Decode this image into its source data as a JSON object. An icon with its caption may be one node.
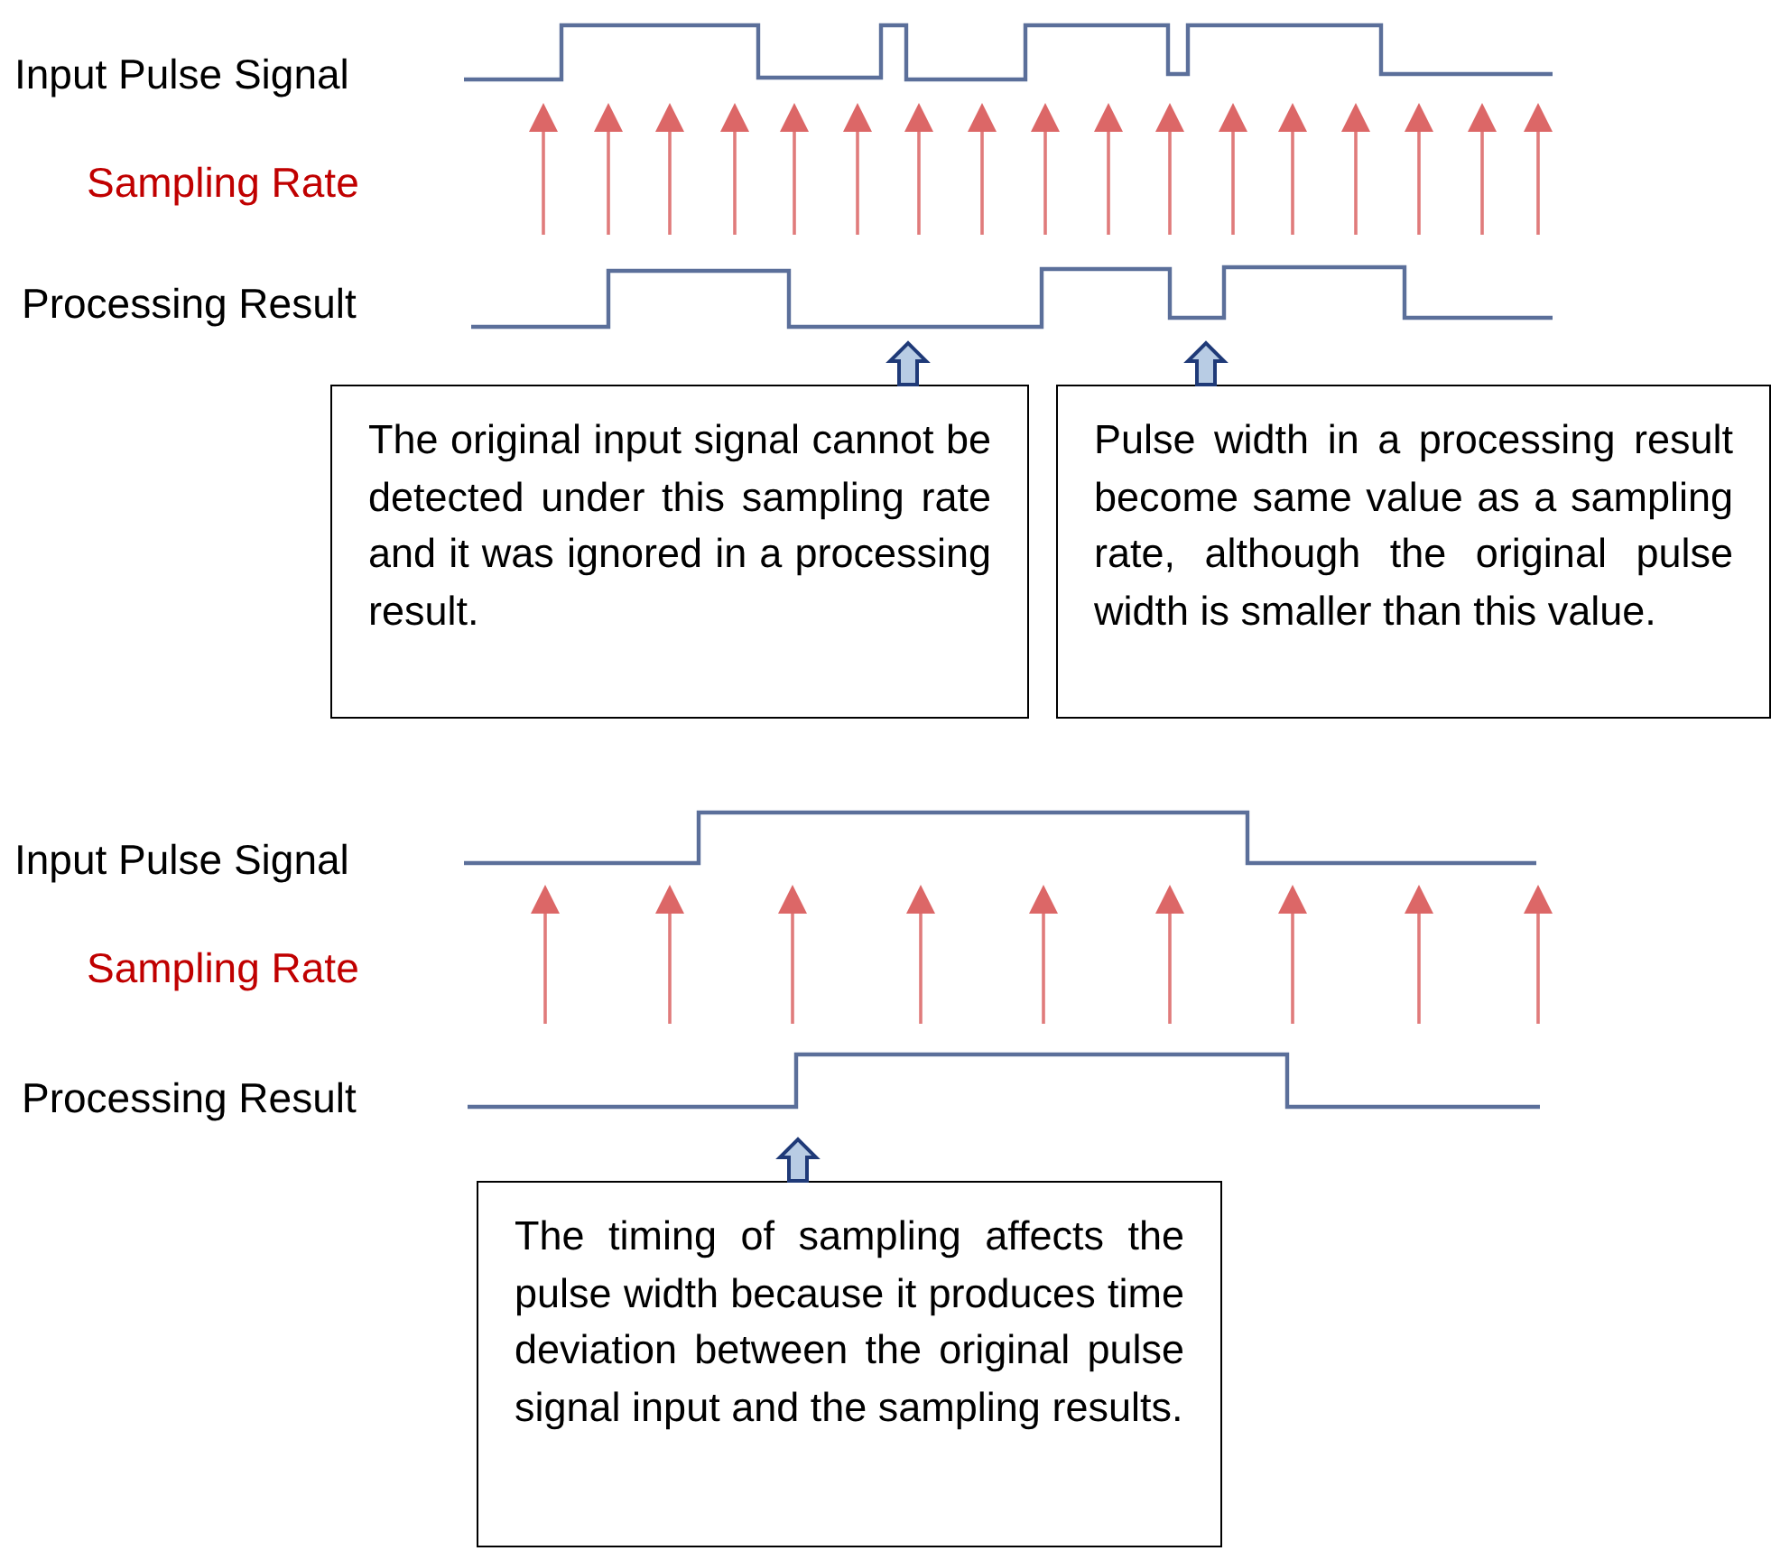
{
  "diagram": {
    "nodes": [
      {
        "text": [
          "The original input signal cannot be detected under this sampling rate and it was ignored in a processing result."
        ]
      },
      {
        "text": [
          "Pulse width in a processing result become same value as a sampling rate, although the original pulse width is smaller than this value."
        ]
      },
      {
        "text": [
          "The timing of sampling affects the pulse width because it produces time deviation between the original pulse signal input and the sampling results."
        ]
      }
    ],
    "edges": [
      {
        "from": 0,
        "to": null,
        "arrow": "to"
      },
      {
        "from": 1,
        "to": null,
        "arrow": "to"
      },
      {
        "from": 2,
        "to": null,
        "arrow": "to"
      }
    ],
    "labels": [
      "Input Pulse Signal",
      "Sampling Rate",
      "Processing Result",
      "Input Pulse Signal",
      "Sampling Rate",
      "Processing Result"
    ]
  }
}
